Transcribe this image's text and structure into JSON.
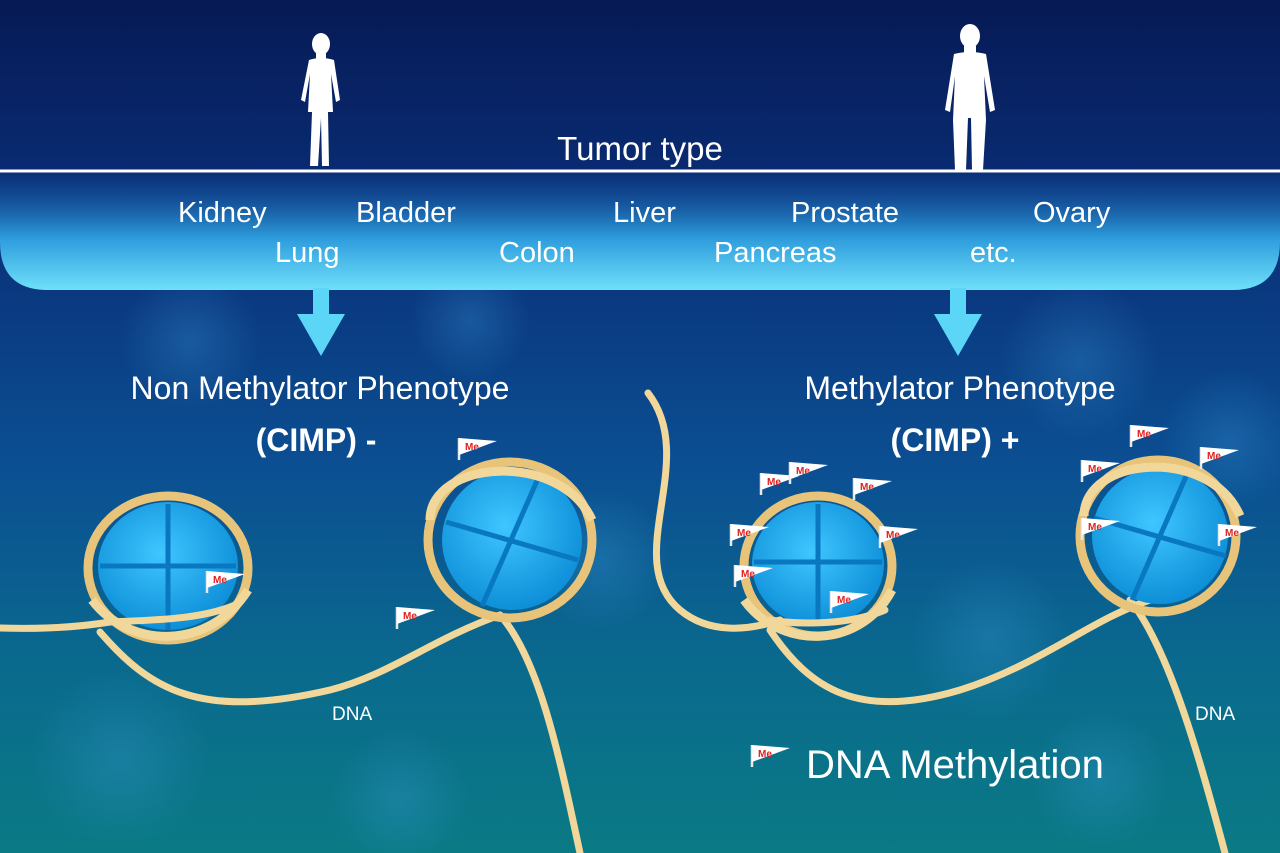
{
  "header": {
    "title": "Tumor type"
  },
  "tumor_types": [
    "Kidney",
    "Bladder",
    "Liver",
    "Prostate",
    "Ovary",
    "Lung",
    "Colon",
    "Pancreas",
    "etc."
  ],
  "left": {
    "phenotype": "Non Methylator Phenotype",
    "cimp": "(CIMP) -"
  },
  "right": {
    "phenotype": "Methylator Phenotype",
    "cimp": "(CIMP) +"
  },
  "dna_label": "DNA",
  "flag_label": "Me",
  "legend": {
    "label": "DNA Methylation"
  },
  "colors": {
    "dna": "#f2d79a",
    "histone": "#1aa8ec",
    "banner": "#5fd4f6",
    "flag_text": "#e02020"
  }
}
